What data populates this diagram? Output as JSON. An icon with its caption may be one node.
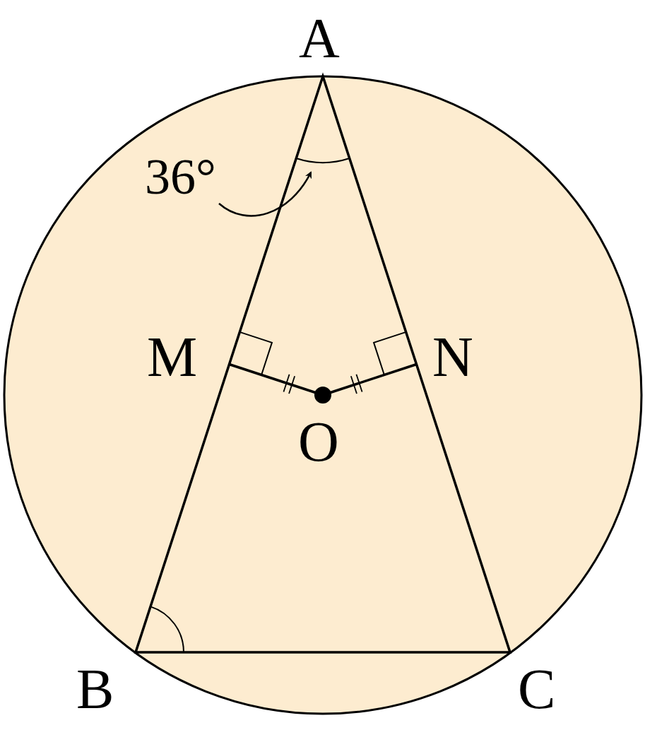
{
  "diagram": {
    "nodes": [
      {
        "text": [
          "36°"
        ]
      },
      {
        "text": [],
        "shape": "arc"
      }
    ],
    "edges": [
      {
        "from": 0,
        "to": 1,
        "arrow": "to"
      }
    ],
    "labels": [
      "A",
      "M",
      "N",
      "O",
      "B",
      "C"
    ]
  }
}
